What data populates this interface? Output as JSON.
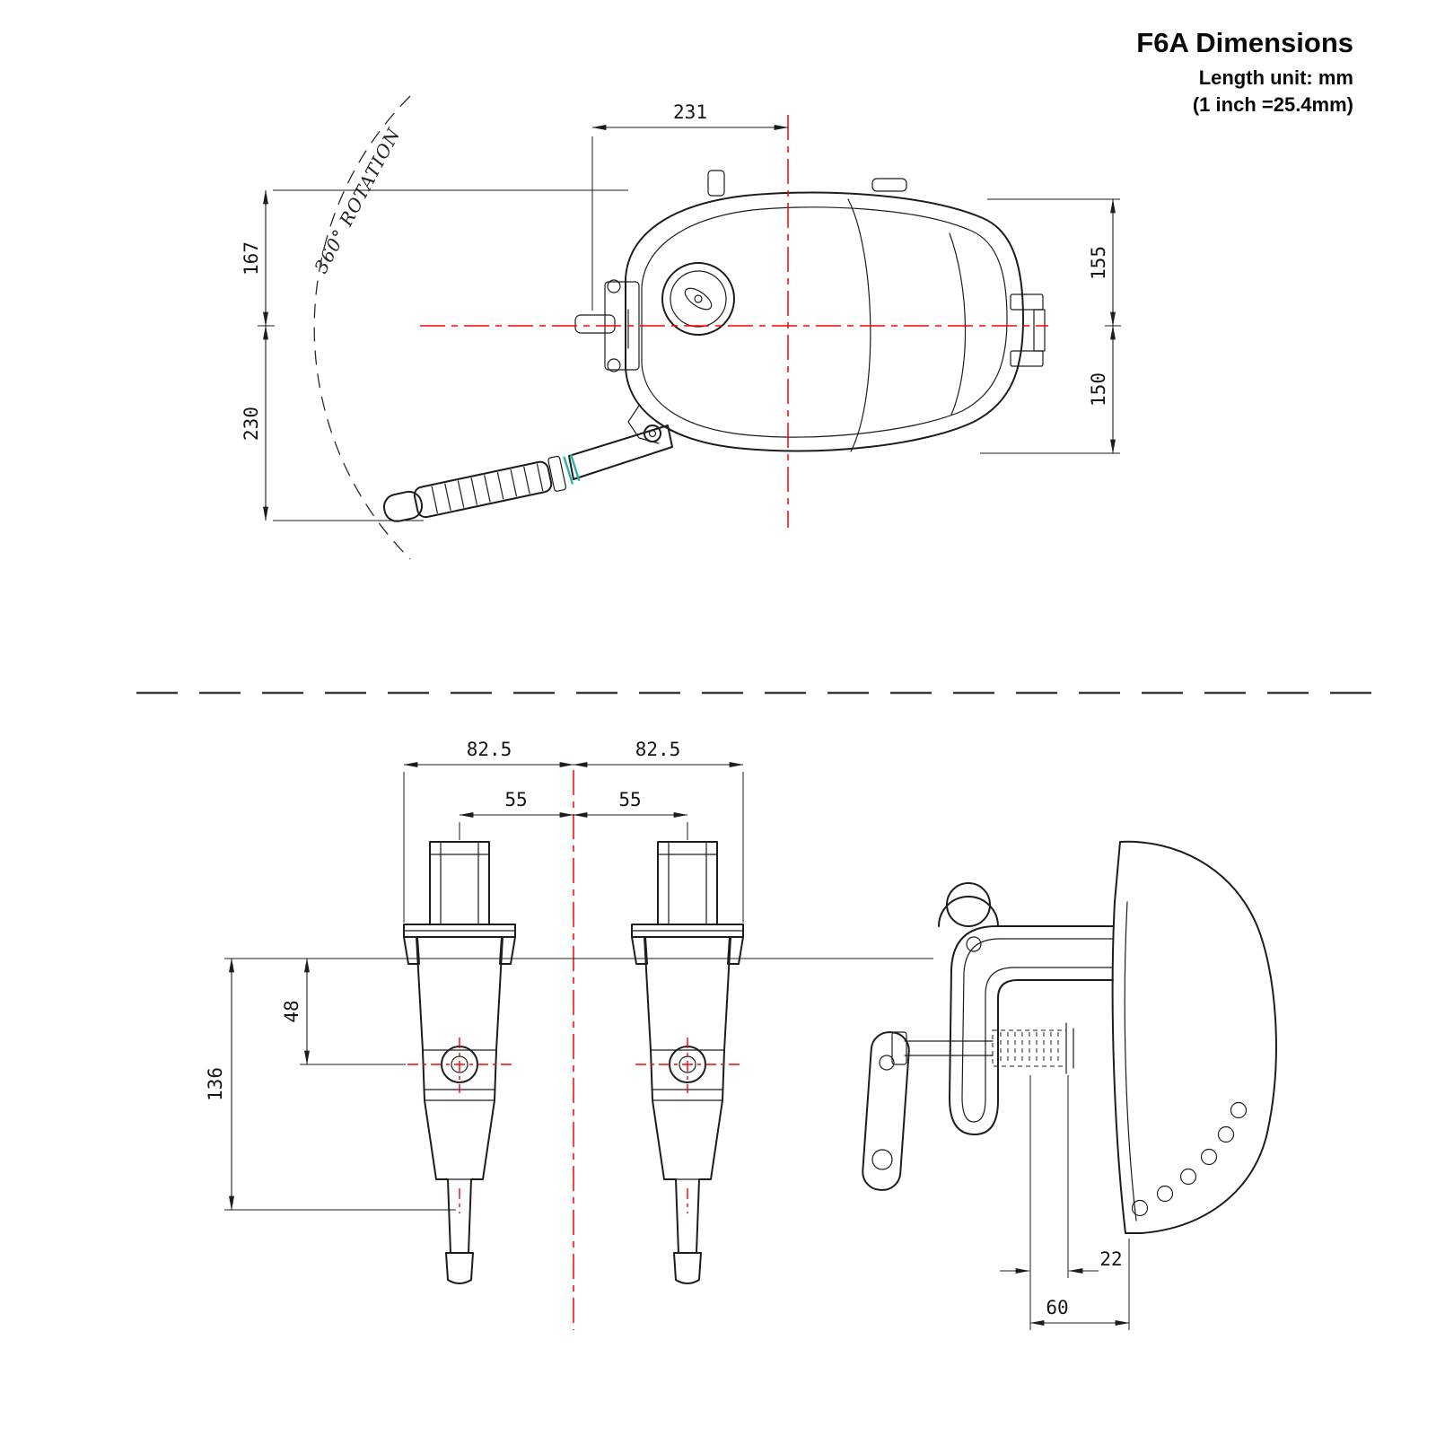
{
  "title_block": {
    "title": "F6A Dimensions",
    "unit_line": "Length unit: mm",
    "conversion_line": "(1 inch =25.4mm)"
  },
  "colors": {
    "line": "#1d1d1d",
    "centerline_red": "#fb0200",
    "accent_teal": "#28b2a2"
  },
  "top_view": {
    "rotation_label": "360° ROTATION",
    "dim_width_top": "231",
    "dim_left_upper": "167",
    "dim_left_lower": "230",
    "dim_right_upper": "155",
    "dim_right_lower": "150"
  },
  "bottom_view": {
    "dim_outer_left": "82.5",
    "dim_outer_right": "82.5",
    "dim_inner_left": "55",
    "dim_inner_right": "55",
    "dim_pivot_drop": "48",
    "dim_total_height": "136",
    "dim_clamp_gap": "22",
    "dim_clamp_depth": "60"
  }
}
